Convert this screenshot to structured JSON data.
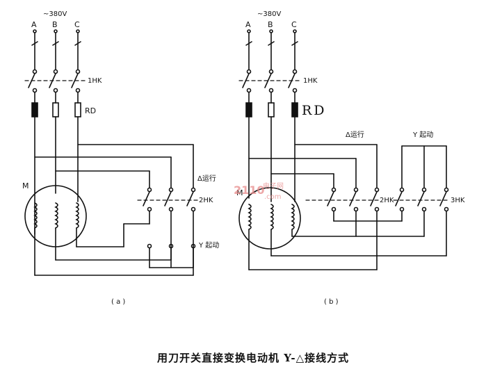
{
  "left": {
    "voltage": "~380V",
    "phase_a": "A",
    "phase_b": "B",
    "phase_c": "C",
    "switch_1": "1HK",
    "fuse": "RD",
    "motor": "M",
    "run_label": "Δ运行",
    "switch_2": "2HK",
    "start_label": "Y 起动",
    "sub_caption": "( a )"
  },
  "right": {
    "voltage": "~380V",
    "phase_a": "A",
    "phase_b": "B",
    "phase_c": "C",
    "switch_1": "1HK",
    "fuse": "RD",
    "motor": "M",
    "run_label": "Δ运行",
    "start_label": "Y 起动",
    "switch_2": "2HK",
    "switch_3": "3HK",
    "sub_caption": "( b )"
  },
  "watermark": {
    "logo": "2110",
    "site_cn": "电子网",
    "site_en": ".com"
  },
  "caption": "用刀开关直接变换电动机 Y-△接线方式"
}
